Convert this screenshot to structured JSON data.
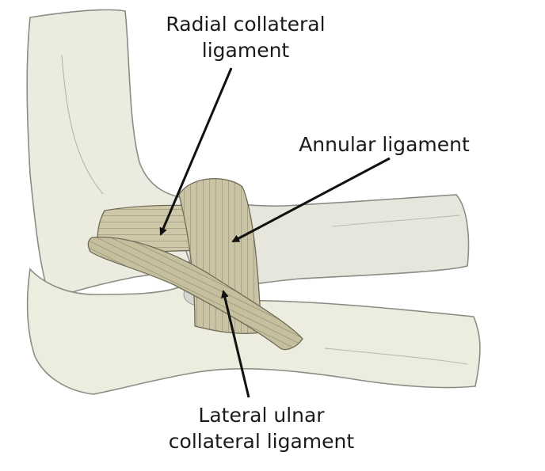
{
  "labels": {
    "radial_collateral": [
      "Radial collateral",
      "ligament"
    ],
    "annular": [
      "Annular ligament"
    ],
    "lateral_ulnar_collateral": [
      "Lateral ulnar",
      "collateral ligament"
    ]
  },
  "colors": {
    "bone_fill": "#ebebe0",
    "bone_outline": "#8c8c86",
    "ligament_fill": "#c9c2a2",
    "ligament_stripe": "#7d7965",
    "cartilage": "#dcdcd8",
    "arrow": "#111111",
    "text": "#1a1a1a"
  }
}
